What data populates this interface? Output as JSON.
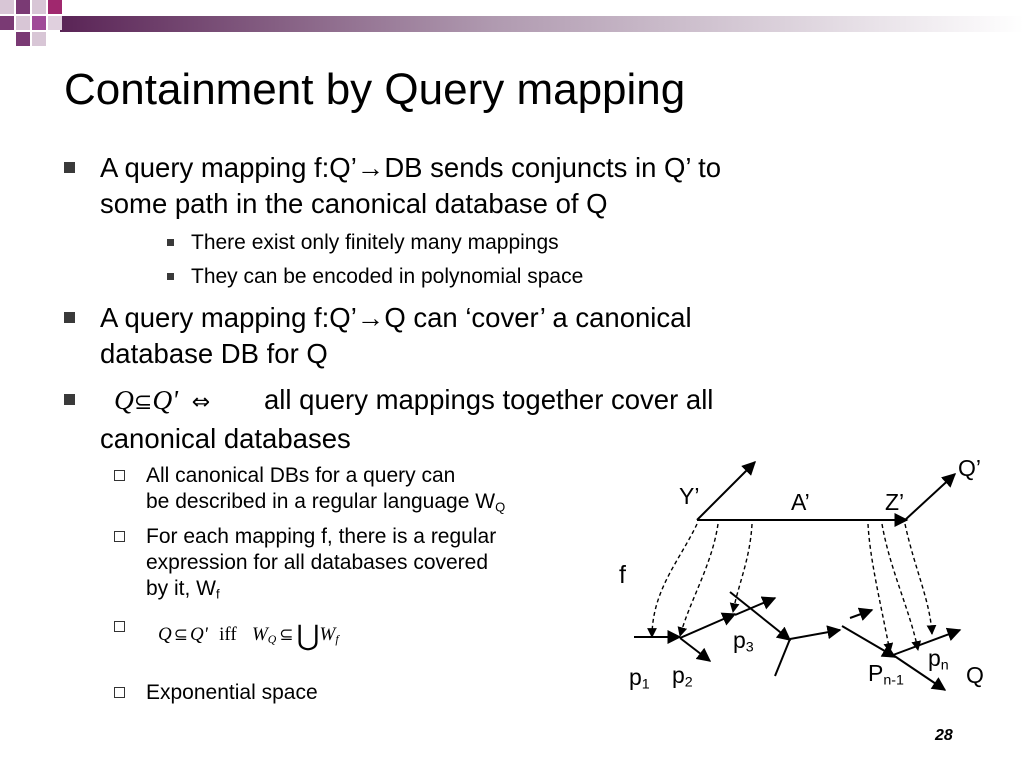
{
  "slide": {
    "title": "Containment by Query mapping",
    "page_number": "28"
  },
  "bullets": {
    "b1_line1a": "A query mapping f:Q’",
    "b1_line1b": "DB sends conjuncts in Q’ to",
    "b1_line2": "some path in the canonical database of Q",
    "b1_sub1": "There exist only finitely many mappings",
    "b1_sub2": "They can be encoded in polynomial space",
    "b2_line1a": "A query mapping f:Q’",
    "b2_line1b": "Q can ‘cover’ a canonical",
    "b2_line2": "database DB for Q",
    "b3_line1": "all query mappings together cover all",
    "b3_line2": "canonical databases",
    "b3_sub1_line1": "All canonical DBs for a query can",
    "b3_sub1_line2": "be described in a regular language W",
    "b3_sub1_subscript": "Q",
    "b3_sub2_line1": "For each mapping f, there is a regular",
    "b3_sub2_line2": "expression for all databases covered",
    "b3_sub2_line3": "by it, W",
    "b3_sub2_subscript": "f",
    "b3_sub4": "Exponential space"
  },
  "math": {
    "containment_q": "Q",
    "containment_qprime": "Q'",
    "subseteq": "⊆",
    "iff_symbol": "⇔",
    "iff_word": "iff",
    "w": "W",
    "wq_sub": "Q",
    "wf_sub": "f",
    "union": "⋃"
  },
  "diagram": {
    "label_q_prime": "Q’",
    "label_y_prime": "Y’",
    "label_a_prime": "A’",
    "label_z_prime": "Z’",
    "label_f": "f",
    "label_p": "p",
    "sub_1": "1",
    "sub_2": "2",
    "sub_3": "3",
    "label_p_cap": "P",
    "sub_n_minus_1": "n-1",
    "sub_n": "n",
    "label_q": "Q"
  },
  "colors": {
    "accent_purple": "#6b2a66",
    "accent_magenta": "#a0286e",
    "bar_grey": "#b8b8b8"
  }
}
